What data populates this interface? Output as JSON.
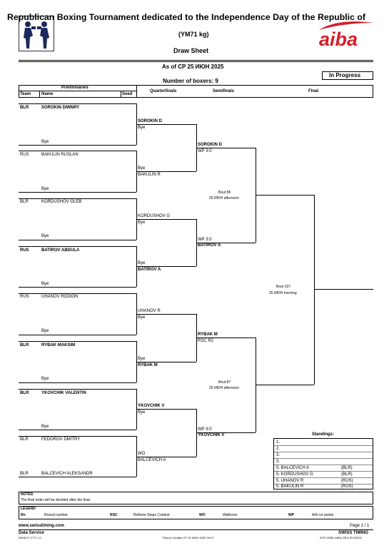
{
  "header": {
    "title": "Republican Boxing Tournament dedicated to the Independence Day of the Republic of",
    "weight_class": "(YM71 kg)",
    "sheet_title": "Draw Sheet",
    "as_of": "As of СР 25 ИЮН 2025",
    "boxers_count": "Number of boxers: 9",
    "status": "In Progress",
    "logo_text": "aiba"
  },
  "columns": {
    "preliminaries": "Preliminaries",
    "team": "Team",
    "name": "Name",
    "seed": "Seed",
    "quarterfinals": "Quarterfinals",
    "semifinals": "Semifinals",
    "final": "Final"
  },
  "entries": [
    {
      "team": "BLR",
      "name": "SOROKIN DMINRY",
      "opponent": "Bye"
    },
    {
      "team": "RUS",
      "name": "BAKULIN RUSLAN",
      "opponent": "Bye"
    },
    {
      "team": "BLR",
      "name": "KORDUSHOV GLEB",
      "opponent": "Bye"
    },
    {
      "team": "RUS",
      "name": "BATIROV ABDULA",
      "opponent": "Bye"
    },
    {
      "team": "RUS",
      "name": "UHANOV RODION",
      "opponent": "Bye"
    },
    {
      "team": "BLR",
      "name": "RYBAK MAKSIM",
      "opponent": "Bye"
    },
    {
      "team": "BLR",
      "name": "YKOVCHIK VALENTIN",
      "opponent": "Bye"
    },
    {
      "team": "BLR",
      "name": "FEDOROV DMITRY",
      "opponent": ""
    },
    {
      "team": "BLR",
      "name": "BALCEVICH ALEKSANDR",
      "opponent": ""
    }
  ],
  "quarterfinals": [
    {
      "top": "SOROKIN D",
      "top_result": "Bye",
      "bottom_result": "Bye",
      "bottom": "BAKULIN R"
    },
    {
      "top": "KORDUSHOV G",
      "top_result": "Bye",
      "bottom_result": "Bye",
      "bottom": "BATIROV A"
    },
    {
      "top": "UHANOV R",
      "top_result": "Bye",
      "bottom_result": "Bye",
      "bottom": "RYBAK M"
    },
    {
      "top": "YKOVCHIK V",
      "top_result": "Bye",
      "bottom_result": "WO",
      "bottom": "BALCEVICH A"
    }
  ],
  "semifinals": [
    {
      "winner": "SOROKIN D",
      "winner_result": "WP 3:0",
      "loser_result": "WP 3:0",
      "loser": "BATIROV A",
      "bout": "Bout 86",
      "date": "25 ИЮН afternoon"
    },
    {
      "winner": "RYBAK M",
      "winner_result": "RSC R2",
      "loser_result": "WP 3:0",
      "loser": "YKOVCHIK V",
      "bout": "Bout 87",
      "date": "25 ИЮН afternoon"
    }
  ],
  "final": {
    "bout": "Bout 107",
    "date": "25 ИЮН morning"
  },
  "standings": {
    "title": "Standings:",
    "rows": [
      {
        "label": "1.",
        "team": ""
      },
      {
        "label": "2.",
        "team": ""
      },
      {
        "label": "3.",
        "team": ""
      },
      {
        "label": "3.",
        "team": ""
      },
      {
        "label": "5. BALCEVICH A",
        "team": "(BLR)"
      },
      {
        "label": "5. KORDUSHOV G",
        "team": "(BLR)"
      },
      {
        "label": "5. UHANOV R",
        "team": "(RUS)"
      },
      {
        "label": "5. BAKULIN R",
        "team": "(RUS)"
      }
    ]
  },
  "notes": {
    "title": "NOTES",
    "text": "The final order will be decided after the final."
  },
  "legend": {
    "title": "LEGEND",
    "items": [
      {
        "code": "Rn",
        "desc": "Round number"
      },
      {
        "code": "RSC",
        "desc": "Referee Stops Contest"
      },
      {
        "code": "WO",
        "desc": "Walkover"
      },
      {
        "code": "WP",
        "desc": "Win on points"
      }
    ]
  },
  "footer": {
    "website": "www.swisstiming.com",
    "page": "Page 1 / 1",
    "data_service": "Data Service",
    "brand": "SWISS TIMING",
    "code_left": "BXM071 C77I 1.0",
    "report_created": "Report Created  СР 25 ИЮН 2025 20:47",
    "code_right": "0070 40BE-AIBA-ORG-30-92001"
  }
}
